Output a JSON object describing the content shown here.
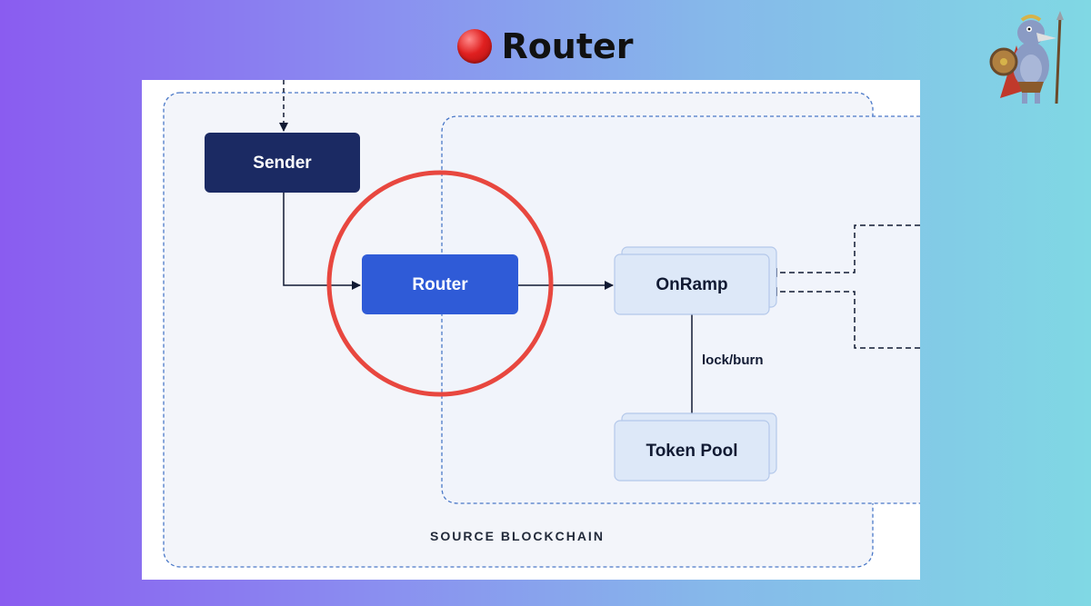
{
  "header": {
    "title": "Router",
    "icon": "red-circle-icon",
    "accent": "#e02020"
  },
  "mascot": {
    "icon": "warrior-bird-mascot-icon"
  },
  "diagram": {
    "nodes": {
      "sender": "Sender",
      "router": "Router",
      "onramp": "OnRamp",
      "token_pool": "Token Pool"
    },
    "edge_label": "lock/burn",
    "region_label": "SOURCE BLOCKCHAIN",
    "highlight": {
      "target": "Router",
      "color": "#e8473f"
    },
    "colors": {
      "sender": "#1b2a63",
      "router": "#2f5bd7",
      "component": "#dde8f8",
      "region_border": "#4a78c8"
    }
  }
}
